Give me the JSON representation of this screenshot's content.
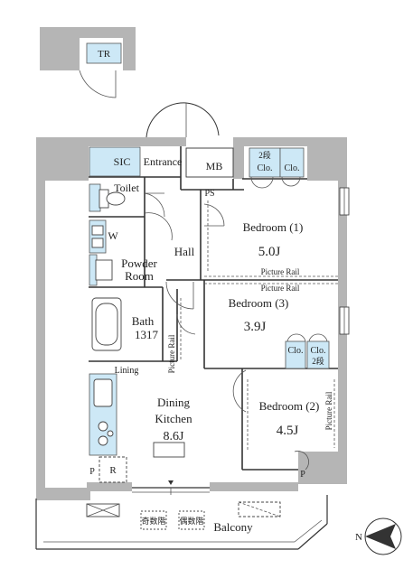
{
  "labels": {
    "tr": "TR",
    "sic": "SIC",
    "entrance": "Entrance",
    "mb": "MB",
    "ps": "PS",
    "toilet": "Toilet",
    "washer": "W",
    "hall": "Hall",
    "powder_room": [
      "Powder",
      "Room"
    ],
    "bath": [
      "Bath",
      "1317"
    ],
    "lining": "Lining",
    "dining_kitchen": [
      "Dining",
      "Kitchen"
    ],
    "dk_size": "8.6J",
    "bedroom1": "Bedroom (1)",
    "bedroom1_size": "5.0J",
    "bedroom2": "Bedroom (2)",
    "bedroom2_size": "4.5J",
    "bedroom3": "Bedroom (3)",
    "bedroom3_size": "3.9J",
    "picture_rail": "Picture Rail",
    "closet": "Clo.",
    "two_tier": "2段",
    "balcony": "Balcony",
    "r_unit": "R",
    "p_mark": "P",
    "odd_floor": "奇数階",
    "even_floor": "偶数階",
    "north": "N"
  }
}
